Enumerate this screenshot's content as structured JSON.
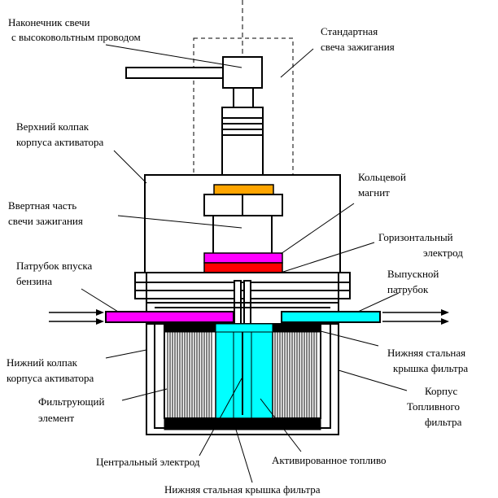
{
  "labels": {
    "spark_tip_1": "Наконечник свечи",
    "spark_tip_2": "с высоковольтным проводом",
    "std_plug_1": "Стандартная",
    "std_plug_2": "свеча зажигания",
    "upper_cap_1": "Верхний колпак",
    "upper_cap_2": "корпуса активатора",
    "ring_magnet_1": "Кольцевой",
    "ring_magnet_2": "магнит",
    "screw_part_1": "Ввертная часть",
    "screw_part_2": "свечи зажигания",
    "horiz_electrode_1": "Горизонтальный",
    "horiz_electrode_2": "электрод",
    "inlet_1": "Патрубок впуска",
    "inlet_2": "бензина",
    "outlet_1": "Выпускной",
    "outlet_2": "патрубок",
    "lower_steel_cover_r_1": "Нижняя стальная",
    "lower_steel_cover_r_2": "крышка  фильтра",
    "lower_cap_1": "Нижний колпак",
    "lower_cap_2": "корпуса активатора",
    "housing_1": "Корпус",
    "housing_2": "Топливного",
    "housing_3": "фильтра",
    "filter_element_1": "Фильтрующий",
    "filter_element_2": "элемент",
    "central_electrode": "Центральный электрод",
    "activated_fuel": "Активированное топливо",
    "lower_steel_cover_bottom": "Нижняя стальная крышка фильтра"
  },
  "colors": {
    "magenta": "#ff00ff",
    "cyan": "#00ffff",
    "orange": "#ffa500",
    "red": "#ff0000",
    "black": "#000000"
  }
}
